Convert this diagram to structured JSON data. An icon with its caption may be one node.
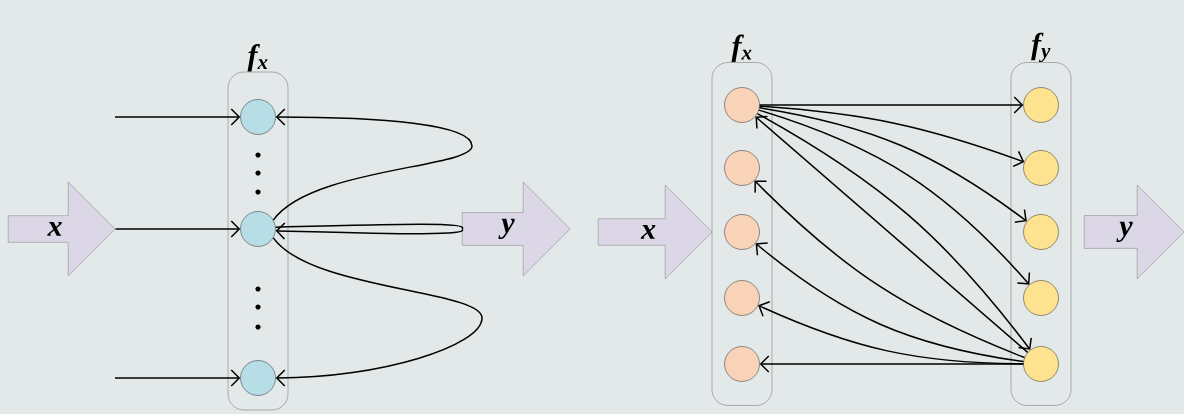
{
  "diagram": {
    "nodes": [
      {
        "text": [
          "f$_{x}$"
        ]
      },
      {
        "text": [],
        "shape": "circle",
        "in": 0
      },
      {
        "text": [],
        "shape": "circle",
        "in": 0
      },
      {
        "text": [],
        "shape": "circle",
        "in": 0
      },
      {
        "text": [
          "x"
        ]
      },
      {
        "text": [
          "y"
        ]
      },
      {
        "text": [
          "f$_{x}$"
        ]
      },
      {
        "text": [],
        "shape": "circle",
        "in": 6
      },
      {
        "text": [],
        "shape": "circle",
        "in": 6
      },
      {
        "text": [],
        "shape": "circle",
        "in": 6
      },
      {
        "text": [],
        "shape": "circle",
        "in": 6
      },
      {
        "text": [],
        "shape": "circle",
        "in": 6
      },
      {
        "text": [
          "f$_{y}$"
        ]
      },
      {
        "text": [],
        "shape": "circle",
        "in": 12
      },
      {
        "text": [],
        "shape": "circle",
        "in": 12
      },
      {
        "text": [],
        "shape": "circle",
        "in": 12
      },
      {
        "text": [],
        "shape": "circle",
        "in": 12
      },
      {
        "text": [],
        "shape": "circle",
        "in": 12
      },
      {
        "text": [
          "x"
        ]
      },
      {
        "text": [
          "y"
        ]
      }
    ],
    "edges": [
      {
        "from": null,
        "to": 1,
        "arrow": "to"
      },
      {
        "from": 4,
        "to": 2,
        "arrow": "to"
      },
      {
        "from": null,
        "to": 3,
        "arrow": "to"
      },
      {
        "from": 2,
        "to": 1,
        "arrow": "to"
      },
      {
        "from": 5,
        "to": 2,
        "arrow": "to"
      },
      {
        "from": 2,
        "to": 3,
        "arrow": "to"
      },
      {
        "from": 7,
        "to": 13,
        "arrow": "to"
      },
      {
        "from": 7,
        "to": 14,
        "arrow": "to"
      },
      {
        "from": 7,
        "to": 15,
        "arrow": "to"
      },
      {
        "from": 7,
        "to": 16,
        "arrow": "to"
      },
      {
        "from": 7,
        "to": 17,
        "arrow": "to"
      },
      {
        "from": 17,
        "to": 7,
        "arrow": "to"
      },
      {
        "from": 17,
        "to": 8,
        "arrow": "to"
      },
      {
        "from": 17,
        "to": 9,
        "arrow": "to"
      },
      {
        "from": 17,
        "to": 10,
        "arrow": "to"
      },
      {
        "from": 17,
        "to": 11,
        "arrow": "to"
      }
    ]
  }
}
